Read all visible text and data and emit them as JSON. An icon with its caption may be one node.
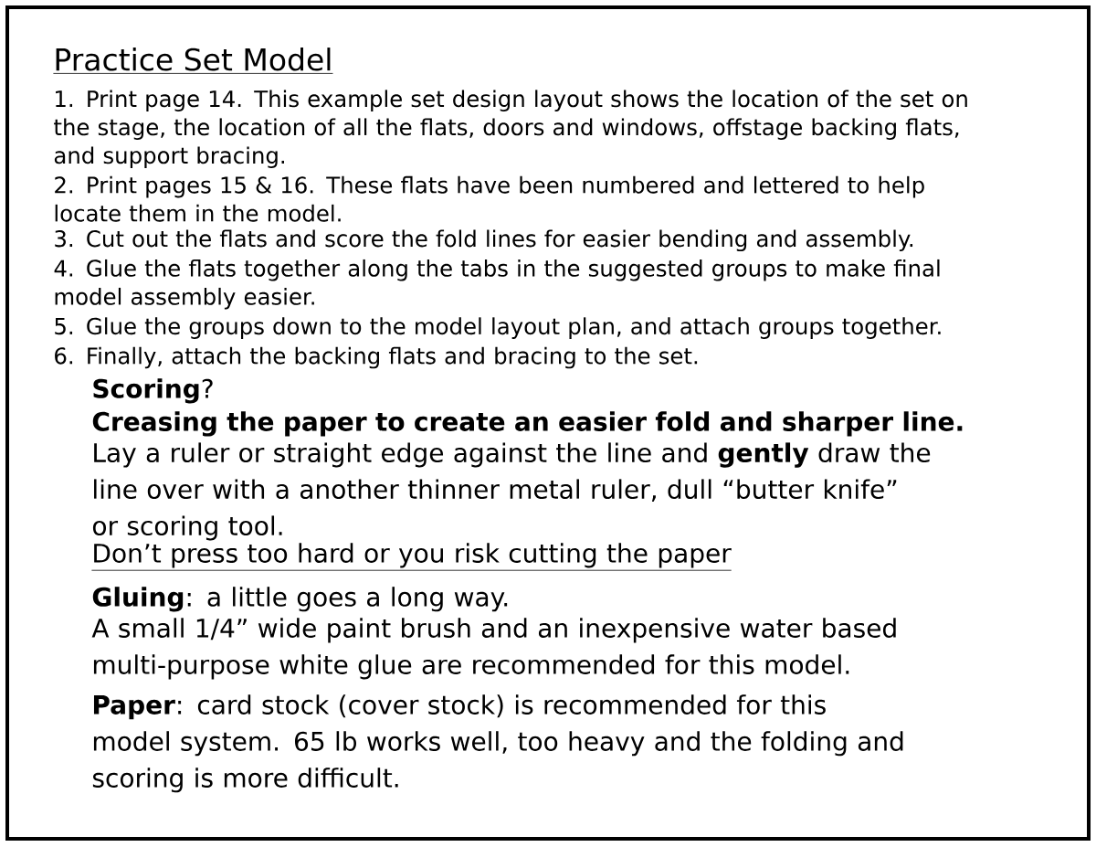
{
  "diagram": {
    "title": "Practice Set Model",
    "labels": [
      "1. Print page 14. This example set design layout shows the location of the set on the stage, the location of all the flats, doors and windows, offstage backing flats, and support bracing.",
      "2. Print pages 15 & 16. These flats have been numbered and lettered to help locate them in the model.",
      "3. Cut out the flats and score the fold lines for easier bending and assembly.",
      "4. Glue the flats together along the tabs in the suggested groups to make final model assembly easier.",
      "5. Glue the groups down to the model layout plan, and attach groups together.",
      "6. Finally, attach the backing flats and bracing to the set.",
      "**Scoring**?",
      "Creasing the paper to create an easier fold and sharper line.",
      "Lay a ruler or straight edge against the line and **gently** draw the line over with a another thinner metal ruler, dull “butter knife” or scoring tool.",
      "Don’t press too hard or you risk cutting the paper",
      "**Gluing**: a little goes a long way.",
      "A small 1/4” wide paint brush and an inexpensive water based multi-purpose white glue are recommended for this model.",
      "**Paper**: card stock (cover stock) is recommended for this model system. 65 lb works well, too heavy and the folding and scoring is more difficult."
    ]
  }
}
